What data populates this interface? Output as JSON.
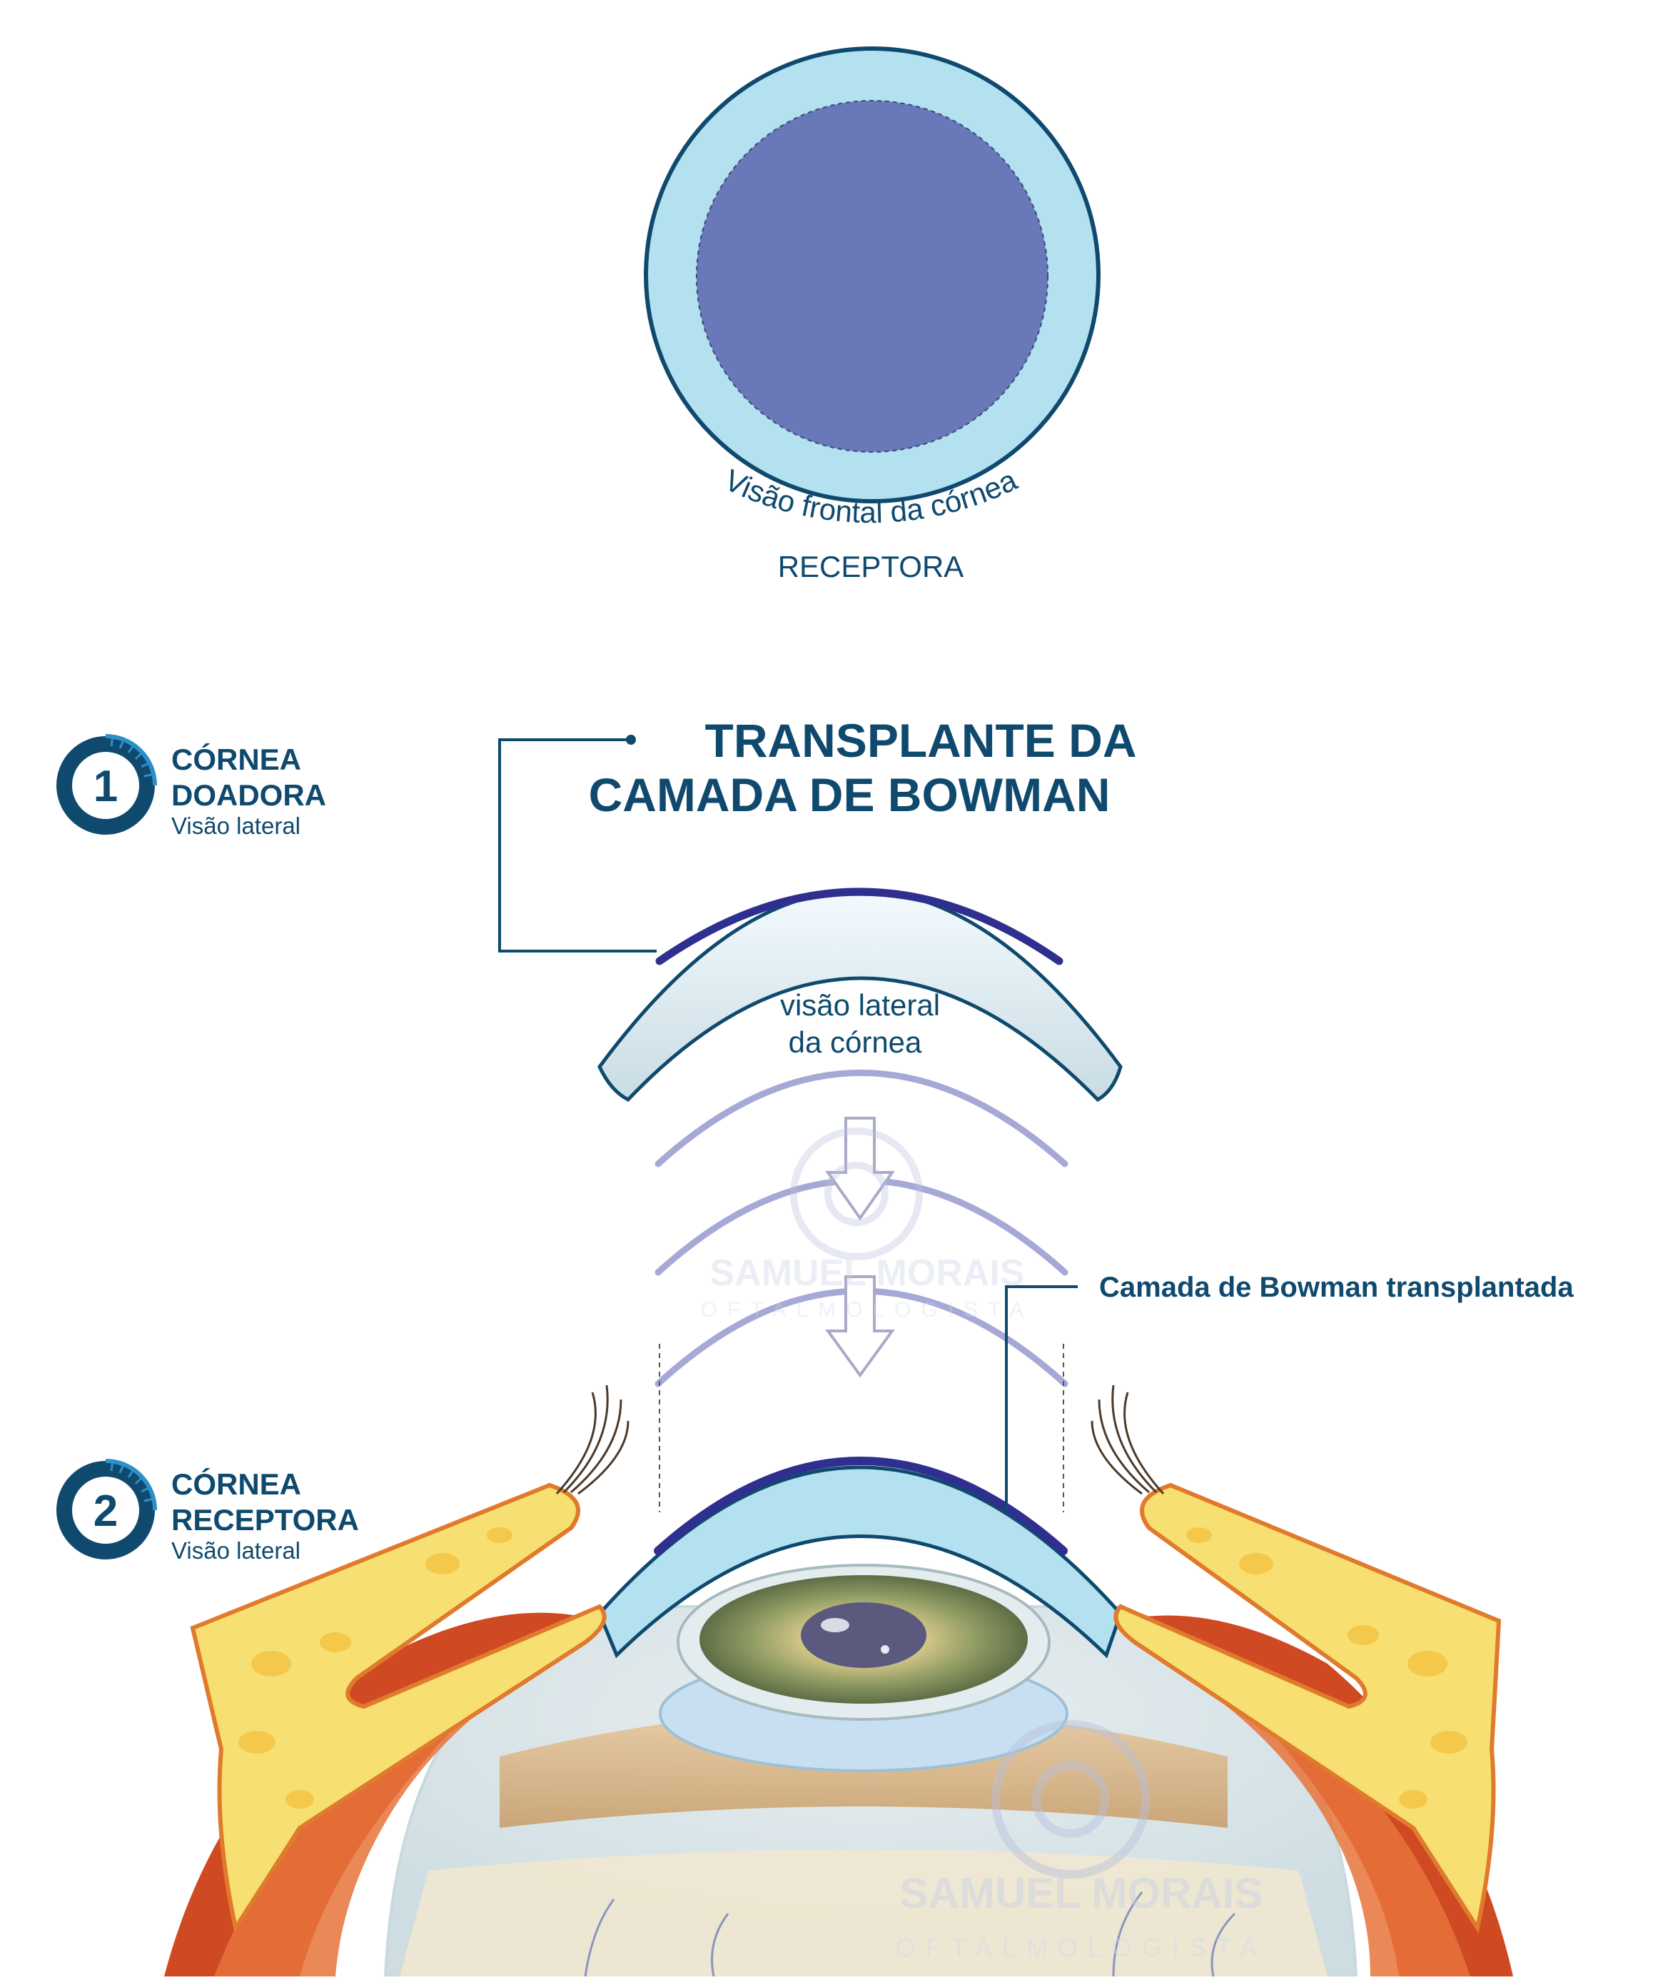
{
  "front_view": {
    "caption": "Visão frontal da córnea",
    "subcaption": "RECEPTORA"
  },
  "title": {
    "line1": "TRANSPLANTE DA",
    "line2": "CAMADA DE BOWMAN"
  },
  "steps": [
    {
      "number": "1",
      "line1": "CÓRNEA",
      "line2": "DOADORA",
      "sub": "Visão lateral"
    },
    {
      "number": "2",
      "line1": "CÓRNEA",
      "line2": "RECEPTORA",
      "sub": "Visão lateral"
    }
  ],
  "donor_caption": {
    "line1": "visão lateral",
    "line2": "da córnea"
  },
  "callout_bowman": "Camada de Bowman transplantada",
  "watermark": {
    "name": "SAMUEL MORAIS",
    "role": "OFTALMOLOGISTA"
  },
  "colors": {
    "dark_blue": "#0f4a6e",
    "cornea_light_blue": "#b3e1f0",
    "cornea_inner_purple": "#6878b8",
    "bowman_layer": "#2f2f8f",
    "lamella_lavender": "#a6a8d6",
    "fat_yellow": "#f7df72",
    "muscle_red": "#cf4a22",
    "iris_green": "#8c9a5c"
  }
}
